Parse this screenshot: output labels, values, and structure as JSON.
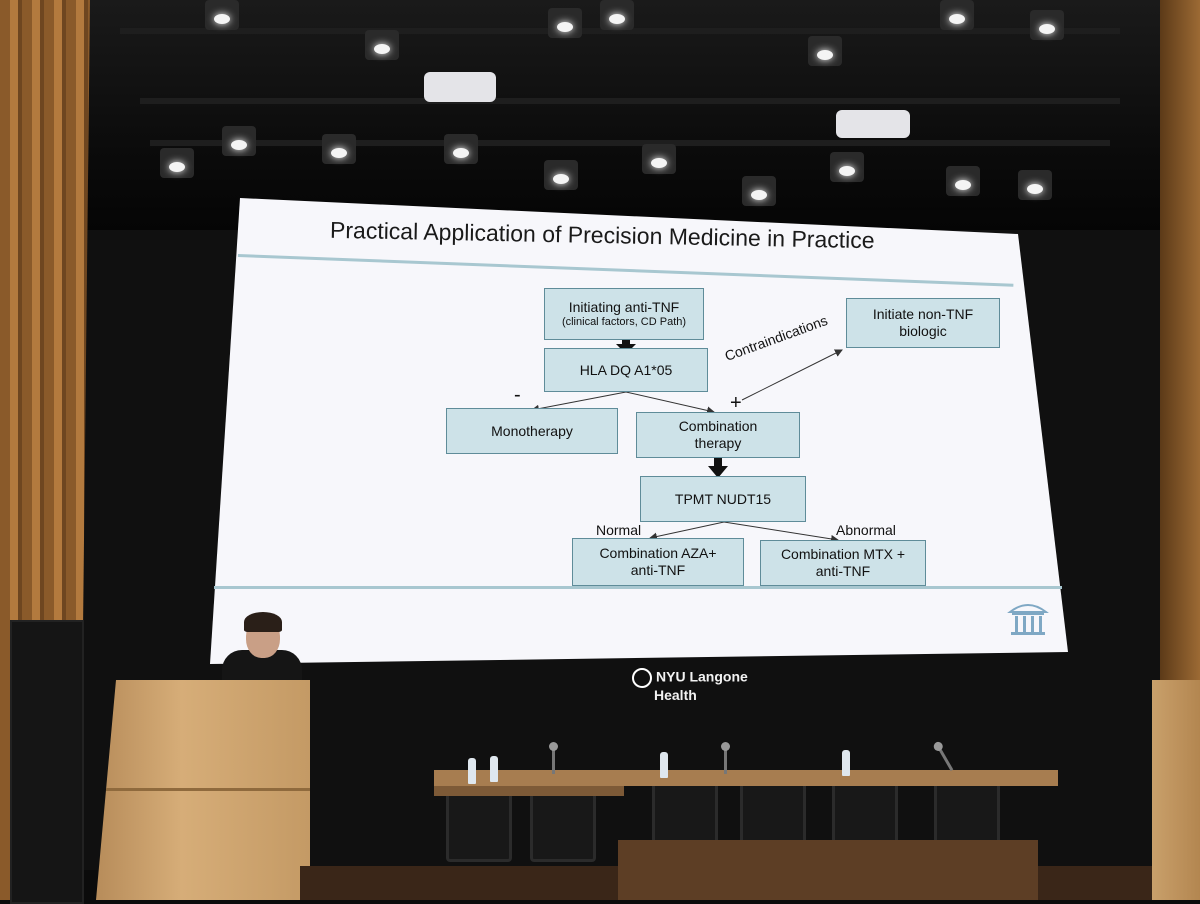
{
  "slide": {
    "title": "Practical Application of Precision Medicine in Practice",
    "boxes": {
      "initiating_line1": "Initiating anti-TNF",
      "initiating_line2": "(clinical factors, CD Path)",
      "hla": "HLA DQ A1*05",
      "initiate_non_tnf_line1": "Initiate non-TNF",
      "initiate_non_tnf_line2": "biologic",
      "monotherapy": "Monotherapy",
      "combination_line1": "Combination",
      "combination_line2": "therapy",
      "tpmt": "TPMT NUDT15",
      "combo_aza_line1": "Combination AZA+",
      "combo_aza_line2": "anti-TNF",
      "combo_mtx_line1": "Combination MTX +",
      "combo_mtx_line2": "anti-TNF"
    },
    "labels": {
      "contraindications": "Contraindications",
      "minus": "-",
      "plus": "+",
      "normal": "Normal",
      "abnormal": "Abnormal"
    }
  },
  "branding": {
    "line1": "NYU Langone",
    "line2": "Health"
  }
}
